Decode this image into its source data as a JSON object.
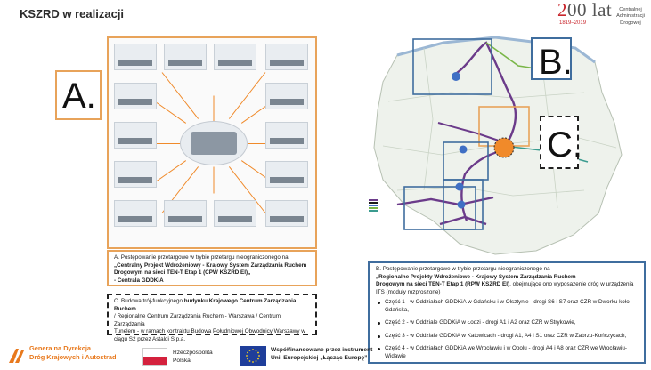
{
  "header": {
    "title": "KSZRD w realizacji"
  },
  "anniversary_logo": {
    "number_prefix": "2",
    "number_rest": "00 lat",
    "years": "1819–2019",
    "org_line1": "Centralnej",
    "org_line2": "Administracji",
    "org_line3": "Drogowej"
  },
  "letters": {
    "a": "A.",
    "b": "B.",
    "c": "C."
  },
  "panel_a_note": {
    "intro": "A. Postępowanie przetargowe w trybie przetargu nieograniczonego na",
    "bold_line1": "„Centralny Projekt Wdrożeniowy - Krajowy System Zarządzania Ruchem",
    "bold_line2": "Drogowym na sieci TEN-T Etap 1 (CPW KSZRD EI)„",
    "bold_line3": "- Centrala GDDKiA"
  },
  "panel_c_note": {
    "line1_prefix": "C. Budowa trój-funkcyjnego",
    "line1_bold": "budynku Krajowego Centrum Zarządzania Ruchem",
    "line2": "/ Regionalne Centrum Zarządzania Ruchem - Warszawa / Centrum Zarządzania",
    "line3": "Tunelem - w ramach kontraktu Budowa Południowej Obwodnicy Warszawy w",
    "line4": "ciągu S2 przez Astaldi S.p.a."
  },
  "panel_b": {
    "intro": "B. Postępowanie przetargowe w trybie przetargu nieograniczonego na",
    "bold_line1": "„Regionalne Projekty Wdrożeniowe - Krajowy System Zarządzania Ruchem",
    "bold_line2": "Drogowym na sieci TEN-T Etap 1 (RPW KSZRD EI)",
    "after_bold": ", obejmujące ono wyposażenie dróg w urządzenia",
    "line3": "ITS (moduły rozproszone)",
    "items": [
      "Część 1 - w Oddziałach GDDKiA w Gdańsku i w Olsztynie - drogi S6 i S7 oraz CZR w Dworku koło Gdańska,",
      "Część 2 - w Oddziale GDDKiA w Łodzi - drogi A1 i A2 oraz CZR w Strykowie,",
      "Część 3 - w Oddziale GDDKiA w Katowicach - drogi A1, A4 i S1 oraz CZR w Zabrzu-Kończycach,",
      "Część 4 - w Oddziałach GDDKiA we Wrocławiu i w Opolu - drogi A4 i A8 oraz CZR we Wrocławiu-Widawie"
    ]
  },
  "footer": {
    "gddkia_line1": "Generalna Dyrekcja",
    "gddkia_line2": "Dróg Krajowych i Autostrad",
    "rp_line1": "Rzeczpospolita",
    "rp_line2": "Polska",
    "eu_line1": "Współfinansowane przez instrument",
    "eu_line2": "Unii Europejskiej „Łącząc Europę”"
  },
  "colors": {
    "orange_frame": "#e8a35a",
    "blue_frame": "#3f6d9e",
    "gddkia_orange": "#e8791d",
    "route_purple": "#6b3b8a",
    "route_orange": "#f08a2a"
  }
}
